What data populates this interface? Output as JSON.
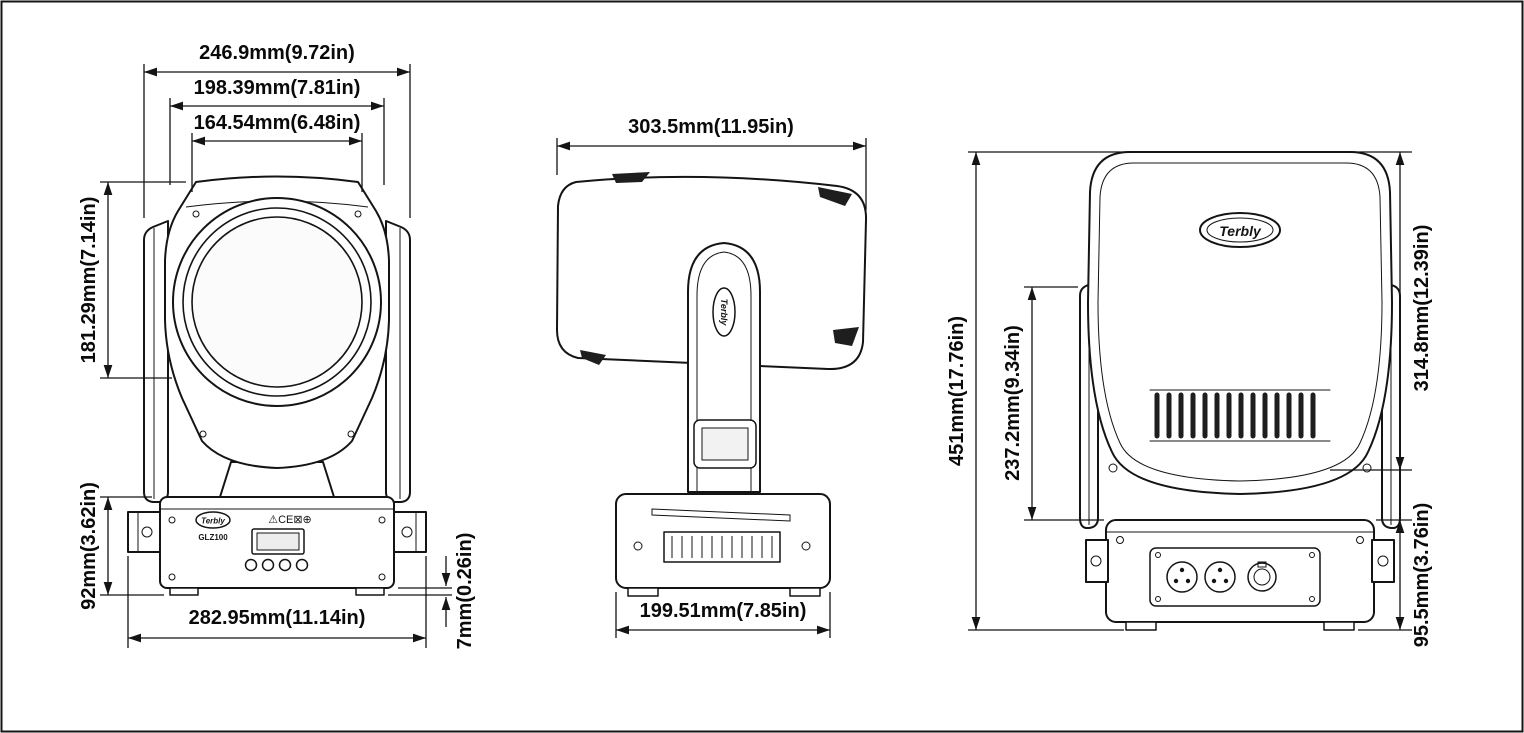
{
  "page": {
    "background": "#ffffff",
    "ink": "#141414"
  },
  "brand": {
    "logo_text": "Terbly",
    "model_text": "GLZ100",
    "cert_marks": "⚠CE⊠⊕"
  },
  "views": {
    "front": {
      "name": "front-view",
      "dims": {
        "width_outer": "246.9mm(9.72in)",
        "width_mid": "198.39mm(7.81in)",
        "width_inner": "164.54mm(6.48in)",
        "head_height": "181.29mm(7.14in)",
        "base_height": "92mm(3.62in)",
        "base_width": "282.95mm(11.14in)",
        "foot_height": "7mm(0.26in)"
      }
    },
    "side": {
      "name": "side-view",
      "dims": {
        "depth": "303.5mm(11.95in)",
        "base_depth": "199.51mm(7.85in)"
      }
    },
    "back": {
      "name": "back-view",
      "dims": {
        "total_height": "451mm(17.76in)",
        "yoke_height": "237.2mm(9.34in)",
        "head_section_height": "314.8mm(12.39in)",
        "base_height": "95.5mm(3.76in)"
      }
    }
  }
}
